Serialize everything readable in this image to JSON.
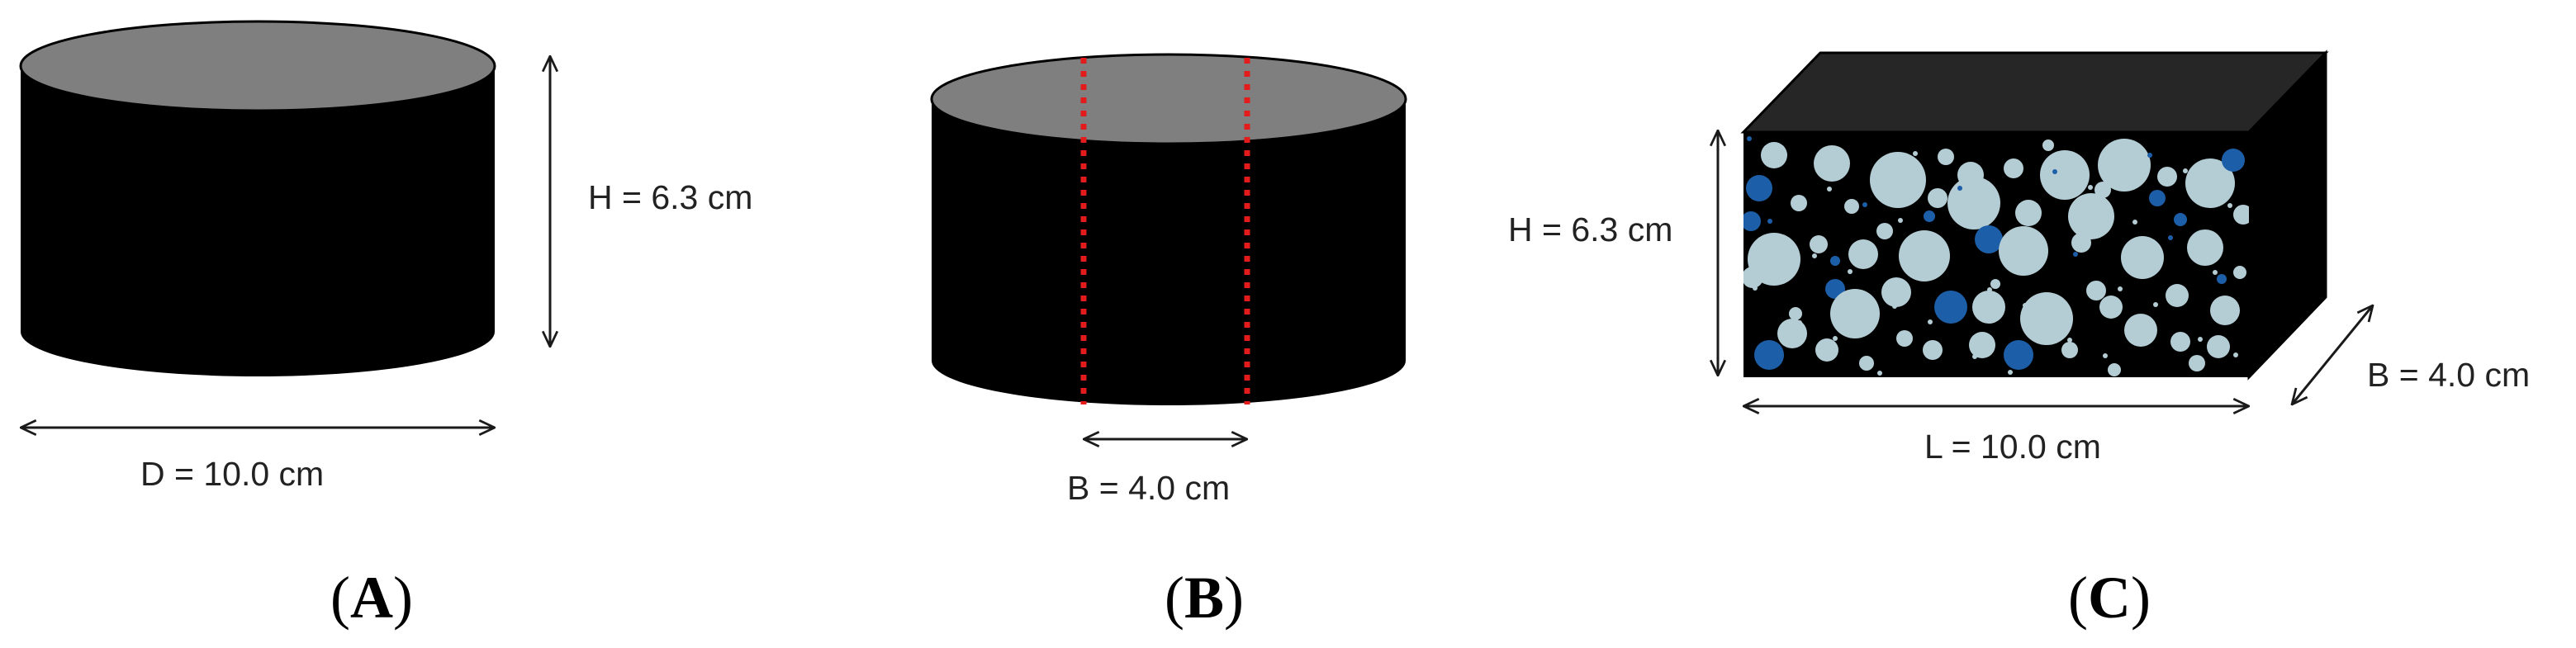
{
  "colors": {
    "background": "#ffffff",
    "specimen_body": "#000000",
    "specimen_top": "#7f7f7f",
    "box_top": "#262626",
    "cut_line": "#e31b1b",
    "arrow": "#1a1a1a",
    "aggregate_light": "#b4ccd4",
    "aggregate_dark": "#1c5fa8"
  },
  "panels": {
    "a": {
      "shape": "cylinder",
      "height_label": "H = 6.3 cm",
      "diameter_label": "D = 10.0 cm",
      "caption_open": "(",
      "caption_letter": "A",
      "caption_close": ")"
    },
    "b": {
      "shape": "cylinder-with-cut-lines",
      "width_label": "B = 4.0 cm",
      "caption_open": "(",
      "caption_letter": "B",
      "caption_close": ")"
    },
    "c": {
      "shape": "prism-with-aggregates",
      "height_label": "H = 6.3 cm",
      "length_label": "L = 10.0 cm",
      "width_label": "B = 4.0 cm",
      "caption_open": "(",
      "caption_letter": "C",
      "caption_close": ")"
    }
  }
}
